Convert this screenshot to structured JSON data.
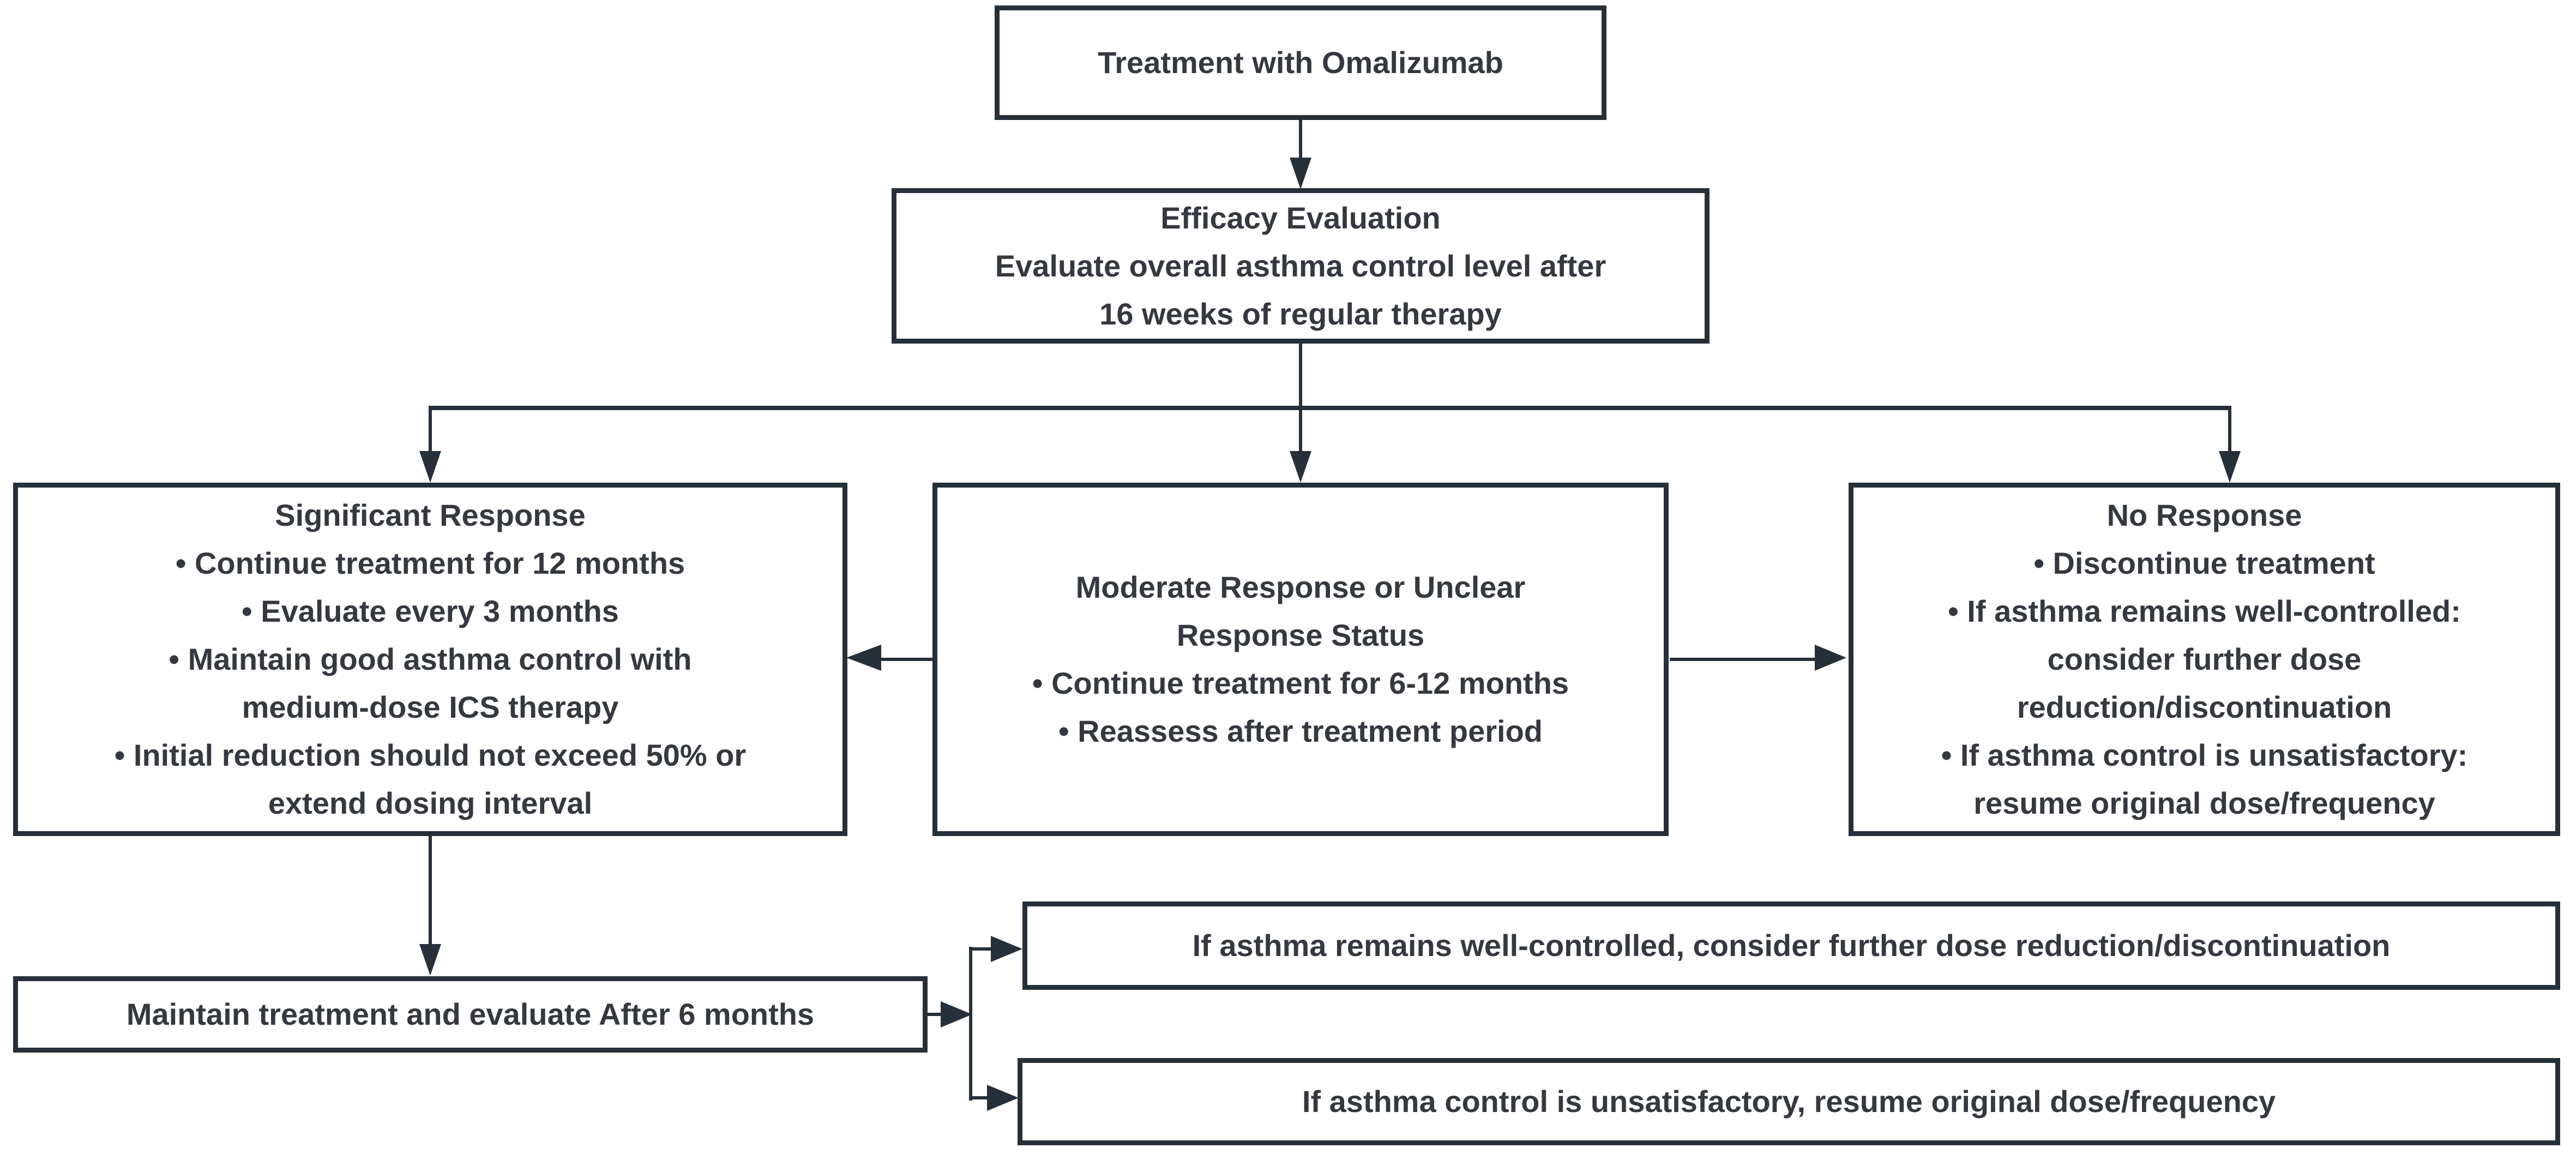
{
  "diagram": {
    "background": "#ffffff",
    "border_color": "#26303a",
    "text_color": "#35393f",
    "nodes": {
      "treatment": {
        "lines": [
          "Treatment with Omalizumab"
        ]
      },
      "efficacy": {
        "lines": [
          "Efficacy Evaluation",
          "Evaluate overall asthma control level after",
          "16 weeks of regular therapy"
        ]
      },
      "significant": {
        "lines": [
          "Significant Response",
          "• Continue treatment for 12 months",
          "• Evaluate every 3 months",
          "• Maintain good asthma control with",
          "medium-dose ICS therapy",
          "• Initial reduction should not exceed 50% or",
          "extend dosing interval"
        ]
      },
      "moderate": {
        "lines": [
          "Moderate Response or Unclear",
          "Response Status",
          "• Continue treatment for 6-12 months",
          "• Reassess after treatment period"
        ]
      },
      "no_response": {
        "lines": [
          "No Response",
          "• Discontinue treatment",
          "• If asthma remains well-controlled:",
          "consider further dose",
          "reduction/discontinuation",
          "• If asthma control is unsatisfactory:",
          "resume original dose/frequency"
        ]
      },
      "maintain": {
        "lines": [
          "Maintain treatment and evaluate After 6 months"
        ]
      },
      "well_controlled": {
        "lines": [
          "If asthma remains well-controlled, consider further dose reduction/discontinuation"
        ]
      },
      "unsatisfactory": {
        "lines": [
          "If asthma control is unsatisfactory, resume original dose/frequency"
        ]
      }
    }
  }
}
